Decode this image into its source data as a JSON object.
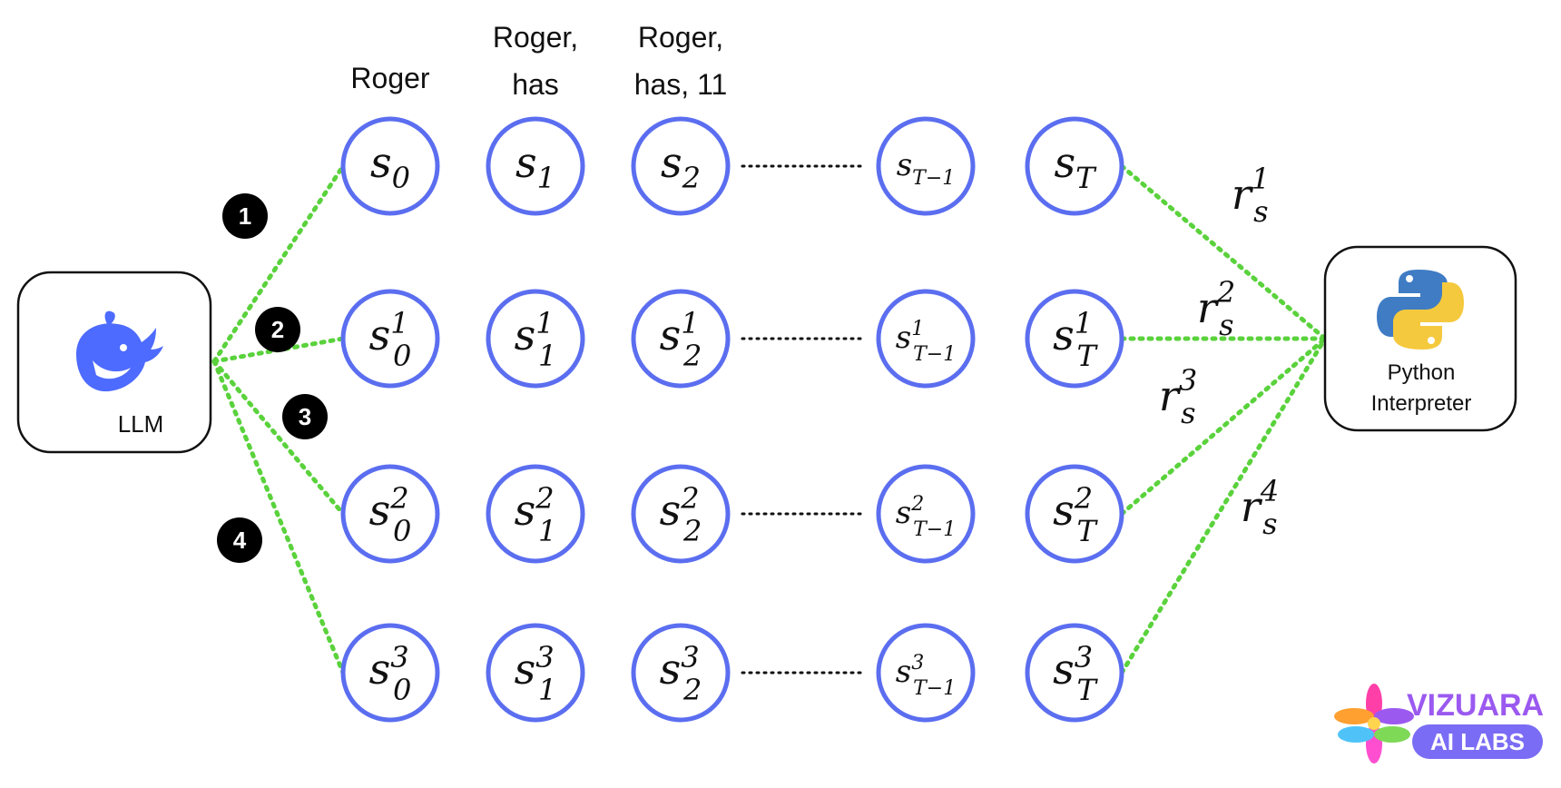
{
  "llm": {
    "label": "LLM",
    "icon": "deepseek-whale-icon",
    "color": "#4d6bfe"
  },
  "interpreter": {
    "label_line1": "Python",
    "label_line2": "Interpreter",
    "icon": "python-logo-icon"
  },
  "column_headers": [
    {
      "lines": [
        "Roger"
      ]
    },
    {
      "lines": [
        "Roger,",
        "has"
      ]
    },
    {
      "lines": [
        "Roger,",
        "has, 11"
      ]
    }
  ],
  "rows": [
    {
      "badge": "1",
      "reward_sup": "1",
      "states": [
        {
          "base": "s",
          "sub": "0",
          "sup": ""
        },
        {
          "base": "s",
          "sub": "1",
          "sup": ""
        },
        {
          "base": "s",
          "sub": "2",
          "sup": ""
        },
        {
          "base": "s",
          "sub": "T−1",
          "sup": ""
        },
        {
          "base": "s",
          "sub": "T",
          "sup": ""
        }
      ]
    },
    {
      "badge": "2",
      "reward_sup": "2",
      "states": [
        {
          "base": "s",
          "sub": "0",
          "sup": "1"
        },
        {
          "base": "s",
          "sub": "1",
          "sup": "1"
        },
        {
          "base": "s",
          "sub": "2",
          "sup": "1"
        },
        {
          "base": "s",
          "sub": "T−1",
          "sup": "1"
        },
        {
          "base": "s",
          "sub": "T",
          "sup": "1"
        }
      ]
    },
    {
      "badge": "3",
      "reward_sup": "3",
      "states": [
        {
          "base": "s",
          "sub": "0",
          "sup": "2"
        },
        {
          "base": "s",
          "sub": "1",
          "sup": "2"
        },
        {
          "base": "s",
          "sub": "2",
          "sup": "2"
        },
        {
          "base": "s",
          "sub": "T−1",
          "sup": "2"
        },
        {
          "base": "s",
          "sub": "T",
          "sup": "2"
        }
      ]
    },
    {
      "badge": "4",
      "reward_sup": "4",
      "states": [
        {
          "base": "s",
          "sub": "0",
          "sup": "3"
        },
        {
          "base": "s",
          "sub": "1",
          "sup": "3"
        },
        {
          "base": "s",
          "sub": "2",
          "sup": "3"
        },
        {
          "base": "s",
          "sub": "T−1",
          "sup": "3"
        },
        {
          "base": "s",
          "sub": "T",
          "sup": "3"
        }
      ]
    }
  ],
  "reward": {
    "base": "r",
    "sub": "s"
  },
  "brand": {
    "line1": "VIZUARA",
    "line2": "AI LABS"
  },
  "colors": {
    "node_stroke": "#5b6ef0",
    "edge": "#5ad23c",
    "brand_purple": "#9b59f0"
  }
}
